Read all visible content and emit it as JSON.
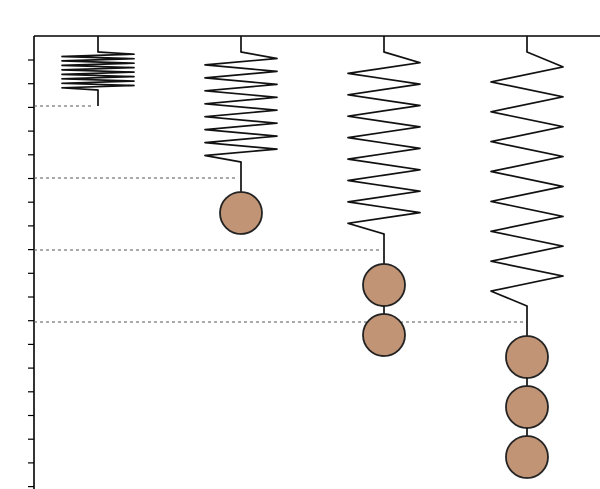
{
  "diagram": {
    "colors": {
      "line": "#111111",
      "guide": "#555555",
      "mass_fill": "#c09474",
      "mass_stroke": "#222222",
      "background": "#ffffff"
    },
    "ruler": {
      "tick_count": 19
    },
    "springs": [
      {
        "id": "spring-0-masses",
        "masses": 0,
        "coils": 8
      },
      {
        "id": "spring-1-mass",
        "masses": 1,
        "coils": 8
      },
      {
        "id": "spring-2-masses",
        "masses": 2,
        "coils": 8
      },
      {
        "id": "spring-3-masses",
        "masses": 3,
        "coils": 8
      }
    ]
  }
}
